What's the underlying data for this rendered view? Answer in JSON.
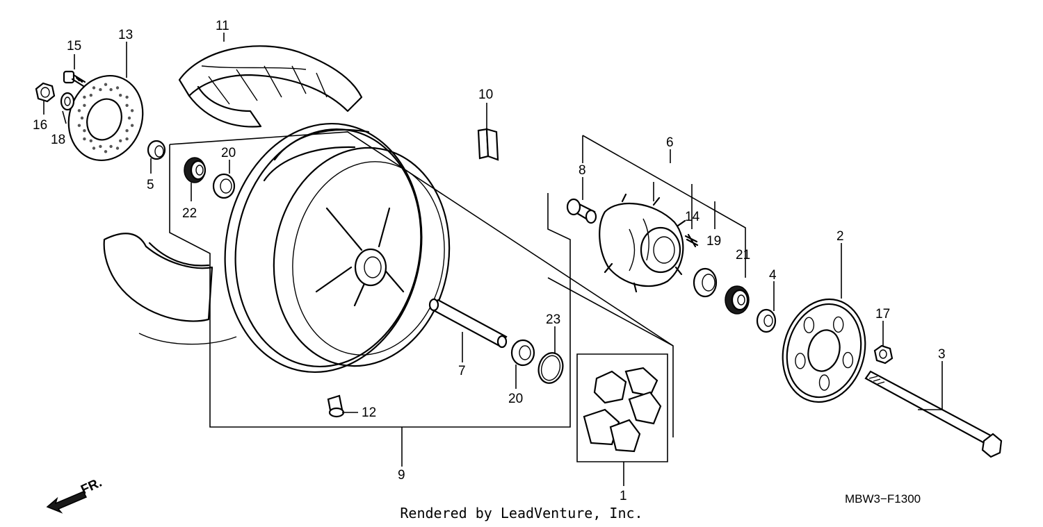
{
  "diagram": {
    "part_labels": [
      "1",
      "2",
      "3",
      "4",
      "5",
      "6",
      "7",
      "8",
      "9",
      "10",
      "11",
      "12",
      "13",
      "14",
      "15",
      "16",
      "17",
      "18",
      "19",
      "20",
      "20",
      "21",
      "22",
      "23"
    ],
    "direction_label": "FR.",
    "diagram_code": "MBW3−F1300",
    "credit": "Rendered by LeadVenture, Inc."
  }
}
